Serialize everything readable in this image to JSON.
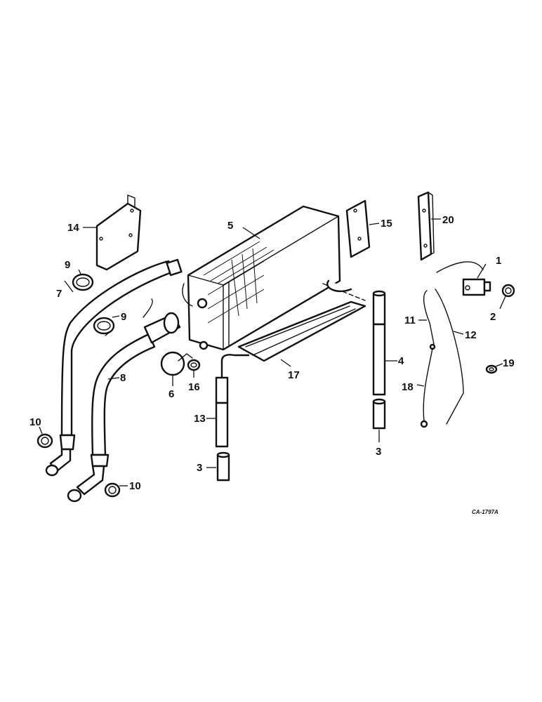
{
  "callouts": {
    "c1": "1",
    "c2": "2",
    "c3a": "3",
    "c3b": "3",
    "c4": "4",
    "c5": "5",
    "c6": "6",
    "c7": "7",
    "c8": "8",
    "c9a": "9",
    "c9b": "9",
    "c10a": "10",
    "c10b": "10",
    "c11": "11",
    "c12": "12",
    "c13": "13",
    "c14": "14",
    "c15": "15",
    "c16": "16",
    "c17": "17",
    "c18": "18",
    "c19": "19",
    "c20": "20"
  },
  "reference_code": "CA-1797A"
}
